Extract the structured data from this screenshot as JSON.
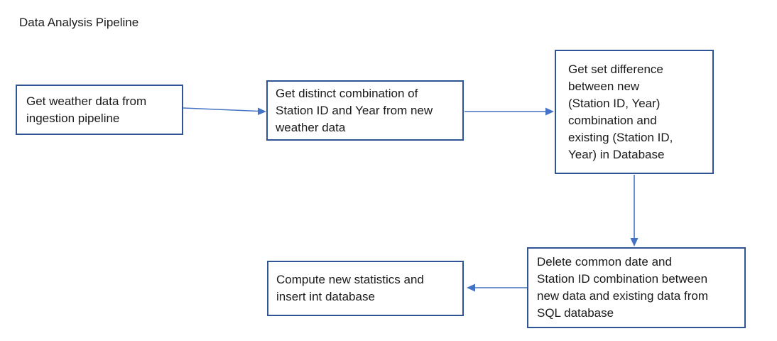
{
  "diagram": {
    "title": "Data Analysis Pipeline",
    "steps": [
      {
        "id": "get-weather-data",
        "text": "Get weather data from\ningestion pipeline"
      },
      {
        "id": "get-distinct-combination",
        "text": "Get distinct combination of\nStation ID and Year from new\nweather data"
      },
      {
        "id": "get-set-difference",
        "text": "Get set difference\nbetween new\n(Station ID, Year)\ncombination and\nexisting (Station ID,\nYear) in Database"
      },
      {
        "id": "delete-common-rows",
        "text": "Delete common date and\nStation ID combination between\nnew data and existing data from\nSQL database"
      },
      {
        "id": "compute-statistics",
        "text": "Compute new statistics and\ninsert int database"
      }
    ],
    "connections": [
      {
        "from": "get-weather-data",
        "to": "get-distinct-combination",
        "direction": "right"
      },
      {
        "from": "get-distinct-combination",
        "to": "get-set-difference",
        "direction": "right"
      },
      {
        "from": "get-set-difference",
        "to": "delete-common-rows",
        "direction": "down"
      },
      {
        "from": "delete-common-rows",
        "to": "compute-statistics",
        "direction": "left"
      }
    ],
    "colors": {
      "box_border": "#2F5597",
      "arrow": "#4472C4",
      "text": "#1A1A1A",
      "background": "#FFFFFF"
    }
  }
}
